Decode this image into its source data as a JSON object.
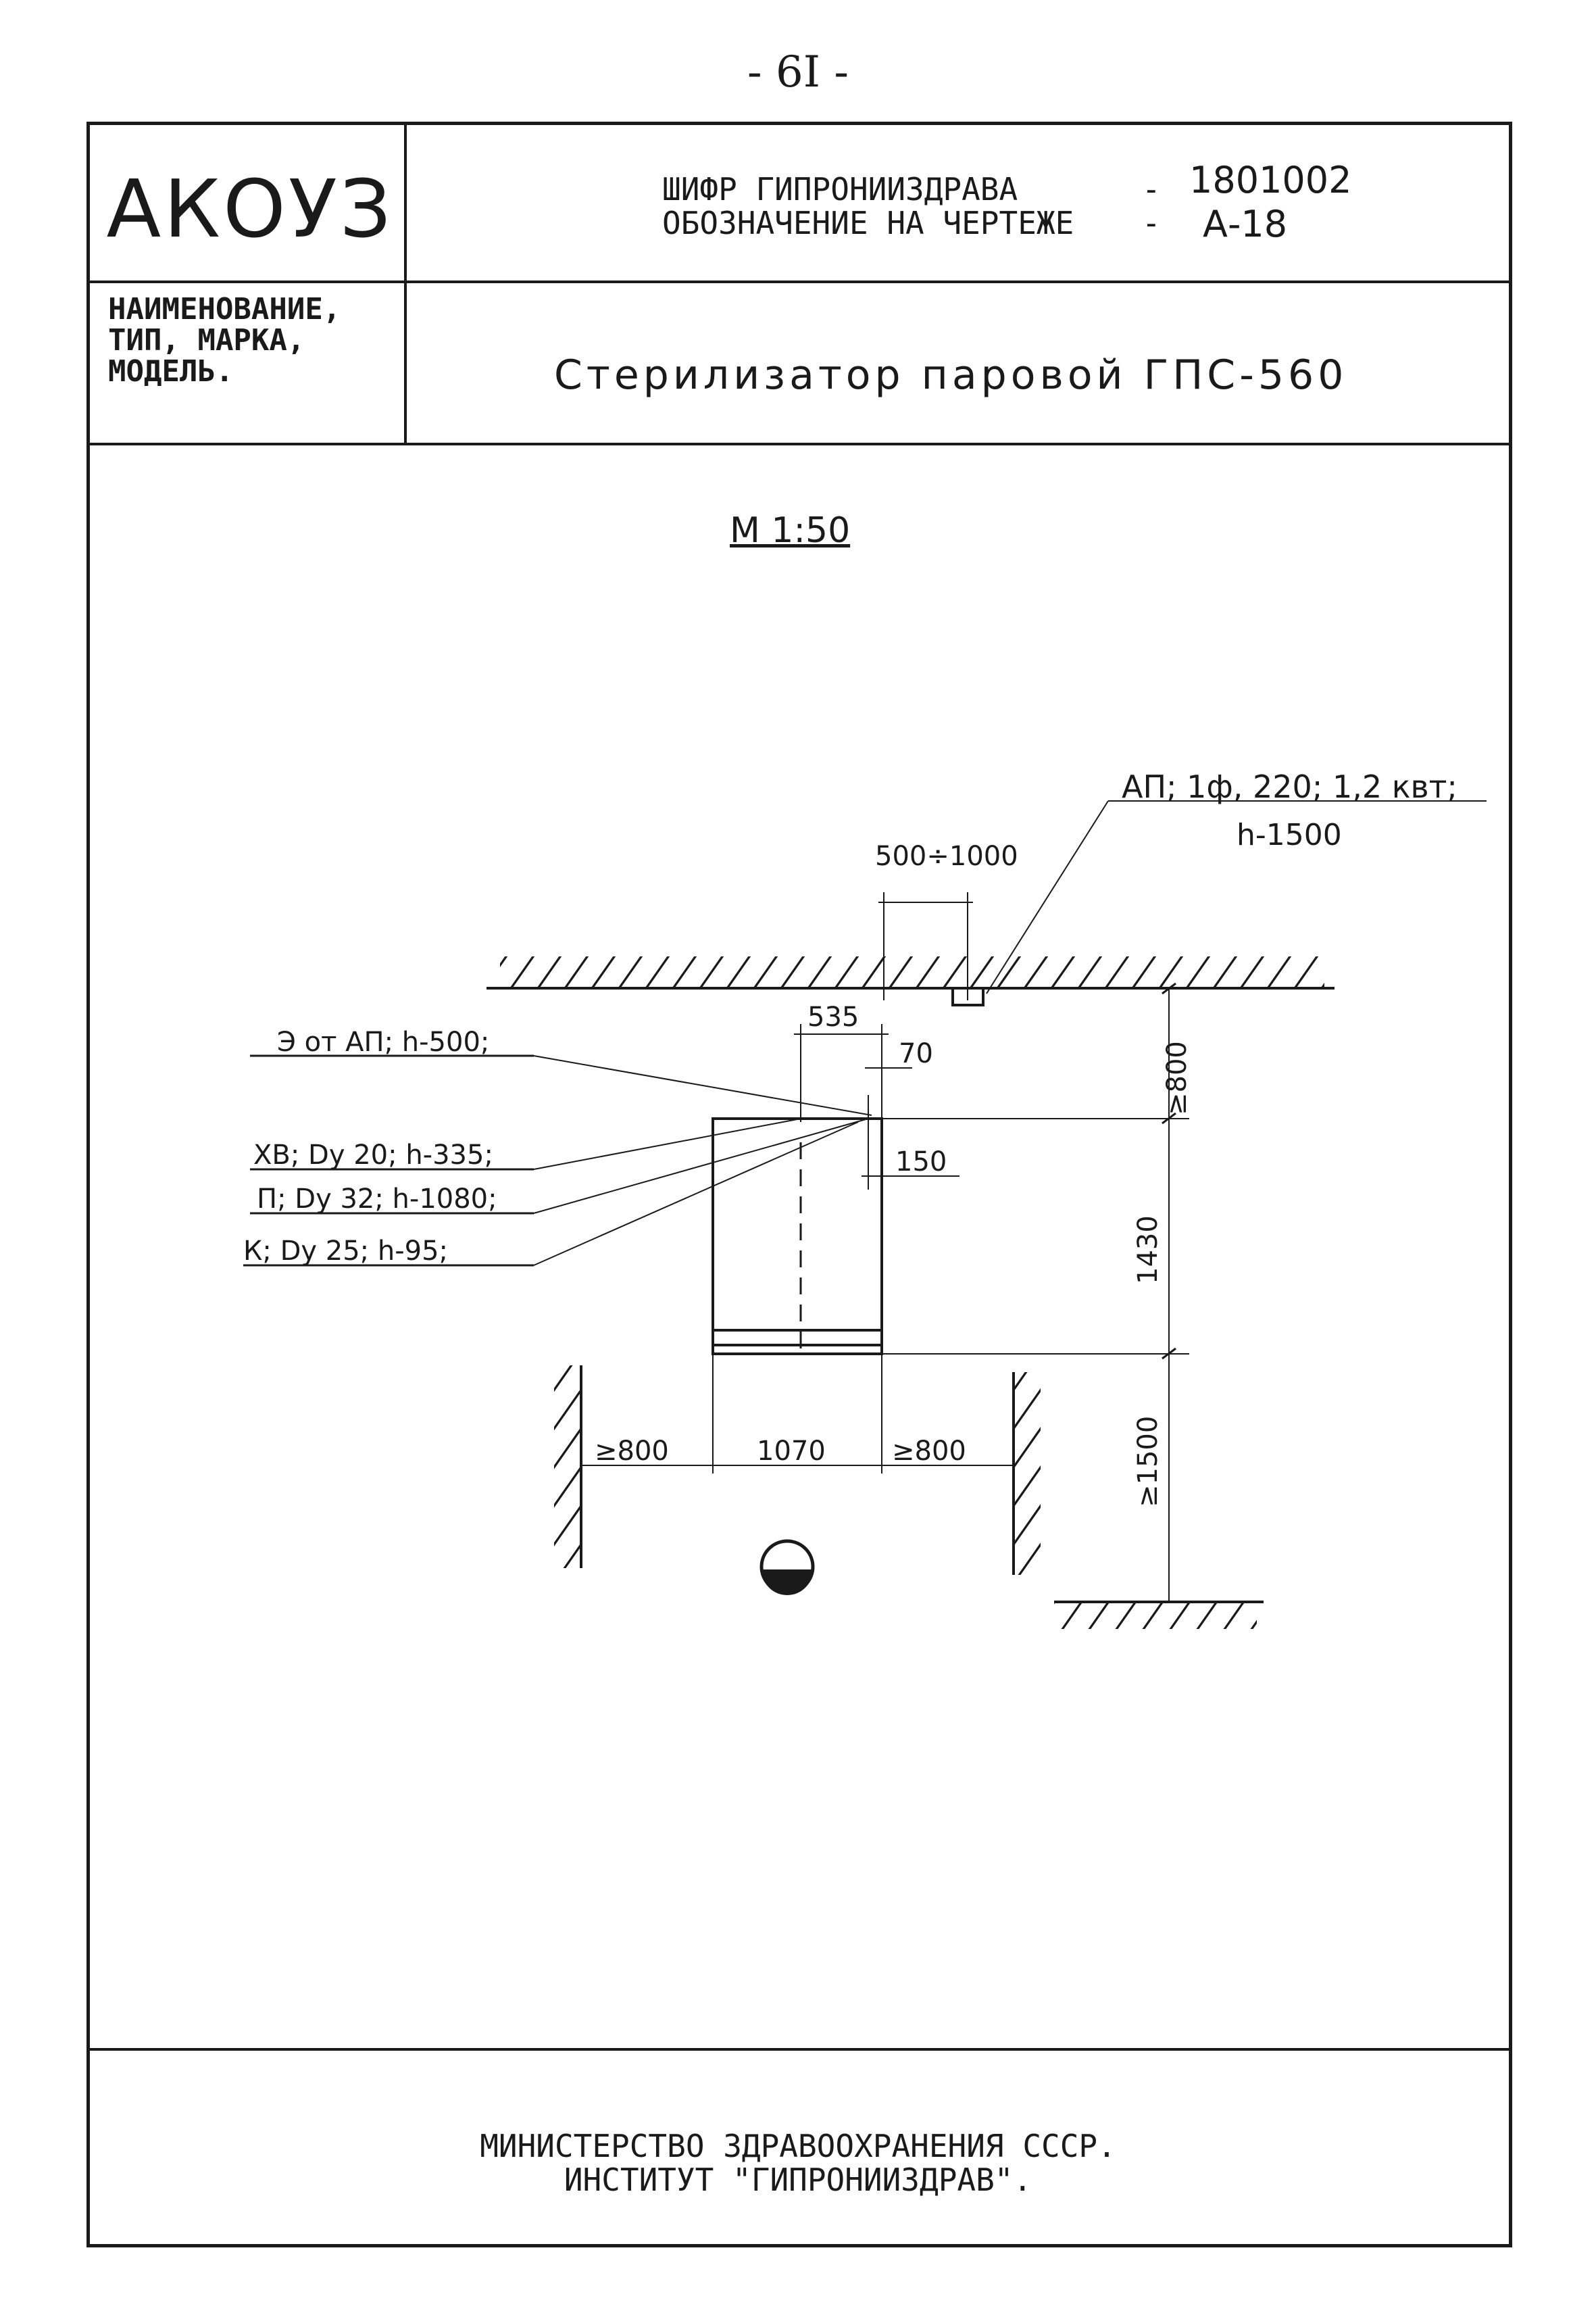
{
  "page_number": "- 6I -",
  "stamp": {
    "logo": "АКОУЗ",
    "cipher_label": "ШИФР ГИПРОНИИЗДРАВА",
    "cipher_dash": "-",
    "cipher_value": "1801002",
    "designation_label": "ОБОЗНАЧЕНИЕ НА ЧЕРТЕЖЕ",
    "designation_dash": "-",
    "designation_value": "А-18",
    "name_label_1": "НАИМЕНОВАНИЕ,",
    "name_label_2": "ТИП, МАРКА,",
    "name_label_3": "МОДЕЛЬ.",
    "name_value": "Стерилизатор паровой ГПС-560"
  },
  "drawing": {
    "scale": "М 1:50",
    "power_label_1": "АП; 1ф, 220; 1,2 квт;",
    "power_label_2": "h-1500",
    "offset_range": "500÷1000",
    "leader_e": "Э от АП; h-500;",
    "leader_xv": "ХВ; Dу 20; h-335;",
    "leader_p": "П; Dу 32; h-1080;",
    "leader_k": "К; Dу 25; h-95;",
    "dim_535": "535",
    "dim_70": "70",
    "dim_150": "150",
    "dim_wall_top": "≥800",
    "dim_depth": "1430",
    "dim_front": "≥1500",
    "dim_left": "≥800",
    "dim_width": "1070",
    "dim_right": "≥800"
  },
  "footer": {
    "line1": "МИНИСТЕРСТВО ЗДРАВООХРАНЕНИЯ СССР.",
    "line2": "ИНСТИТУТ \"ГИПРОНИИЗДРАВ\"."
  }
}
